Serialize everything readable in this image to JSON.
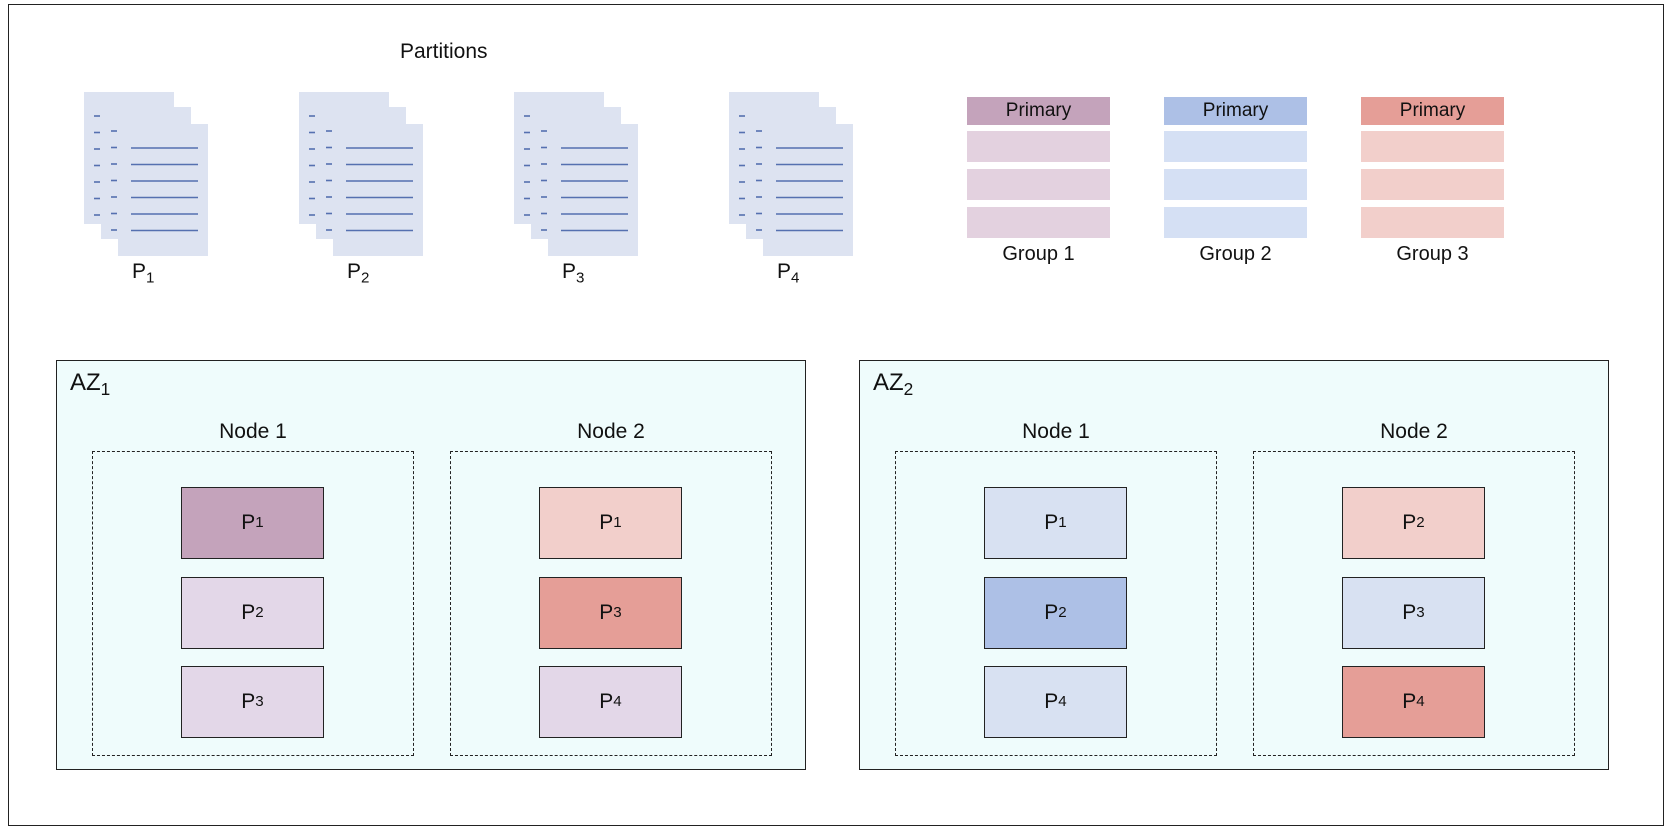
{
  "title": "Partitions",
  "partitions": [
    {
      "base": "P",
      "sub": "1"
    },
    {
      "base": "P",
      "sub": "2"
    },
    {
      "base": "P",
      "sub": "3"
    },
    {
      "base": "P",
      "sub": "4"
    }
  ],
  "groups": [
    {
      "header": "Primary",
      "label": "Group 1",
      "header_color": "#c4a3bb",
      "row_color": "#e3d1df"
    },
    {
      "header": "Primary",
      "label": "Group 2",
      "header_color": "#adc0e6",
      "row_color": "#d5e0f4"
    },
    {
      "header": "Primary",
      "label": "Group 3",
      "header_color": "#e59e97",
      "row_color": "#f2cfcb"
    }
  ],
  "zones": [
    {
      "label": {
        "base": "AZ",
        "sub": "1"
      },
      "nodes": [
        {
          "label": "Node 1",
          "partitions": [
            {
              "base": "P",
              "sub": "1",
              "color": "#c4a3bb"
            },
            {
              "base": "P",
              "sub": "2",
              "color": "#e3d7e8"
            },
            {
              "base": "P",
              "sub": "3",
              "color": "#e3d7e8"
            }
          ]
        },
        {
          "label": "Node 2",
          "partitions": [
            {
              "base": "P",
              "sub": "1",
              "color": "#f2cfcb"
            },
            {
              "base": "P",
              "sub": "3",
              "color": "#e59e97"
            },
            {
              "base": "P",
              "sub": "4",
              "color": "#e3d7e8"
            }
          ]
        }
      ]
    },
    {
      "label": {
        "base": "AZ",
        "sub": "2"
      },
      "nodes": [
        {
          "label": "Node 1",
          "partitions": [
            {
              "base": "P",
              "sub": "1",
              "color": "#d8e1f2"
            },
            {
              "base": "P",
              "sub": "2",
              "color": "#adc0e6"
            },
            {
              "base": "P",
              "sub": "4",
              "color": "#d8e1f2"
            }
          ]
        },
        {
          "label": "Node 2",
          "partitions": [
            {
              "base": "P",
              "sub": "2",
              "color": "#f2cfcb"
            },
            {
              "base": "P",
              "sub": "3",
              "color": "#d8e1f2"
            },
            {
              "base": "P",
              "sub": "4",
              "color": "#e59e97"
            }
          ]
        }
      ]
    }
  ]
}
